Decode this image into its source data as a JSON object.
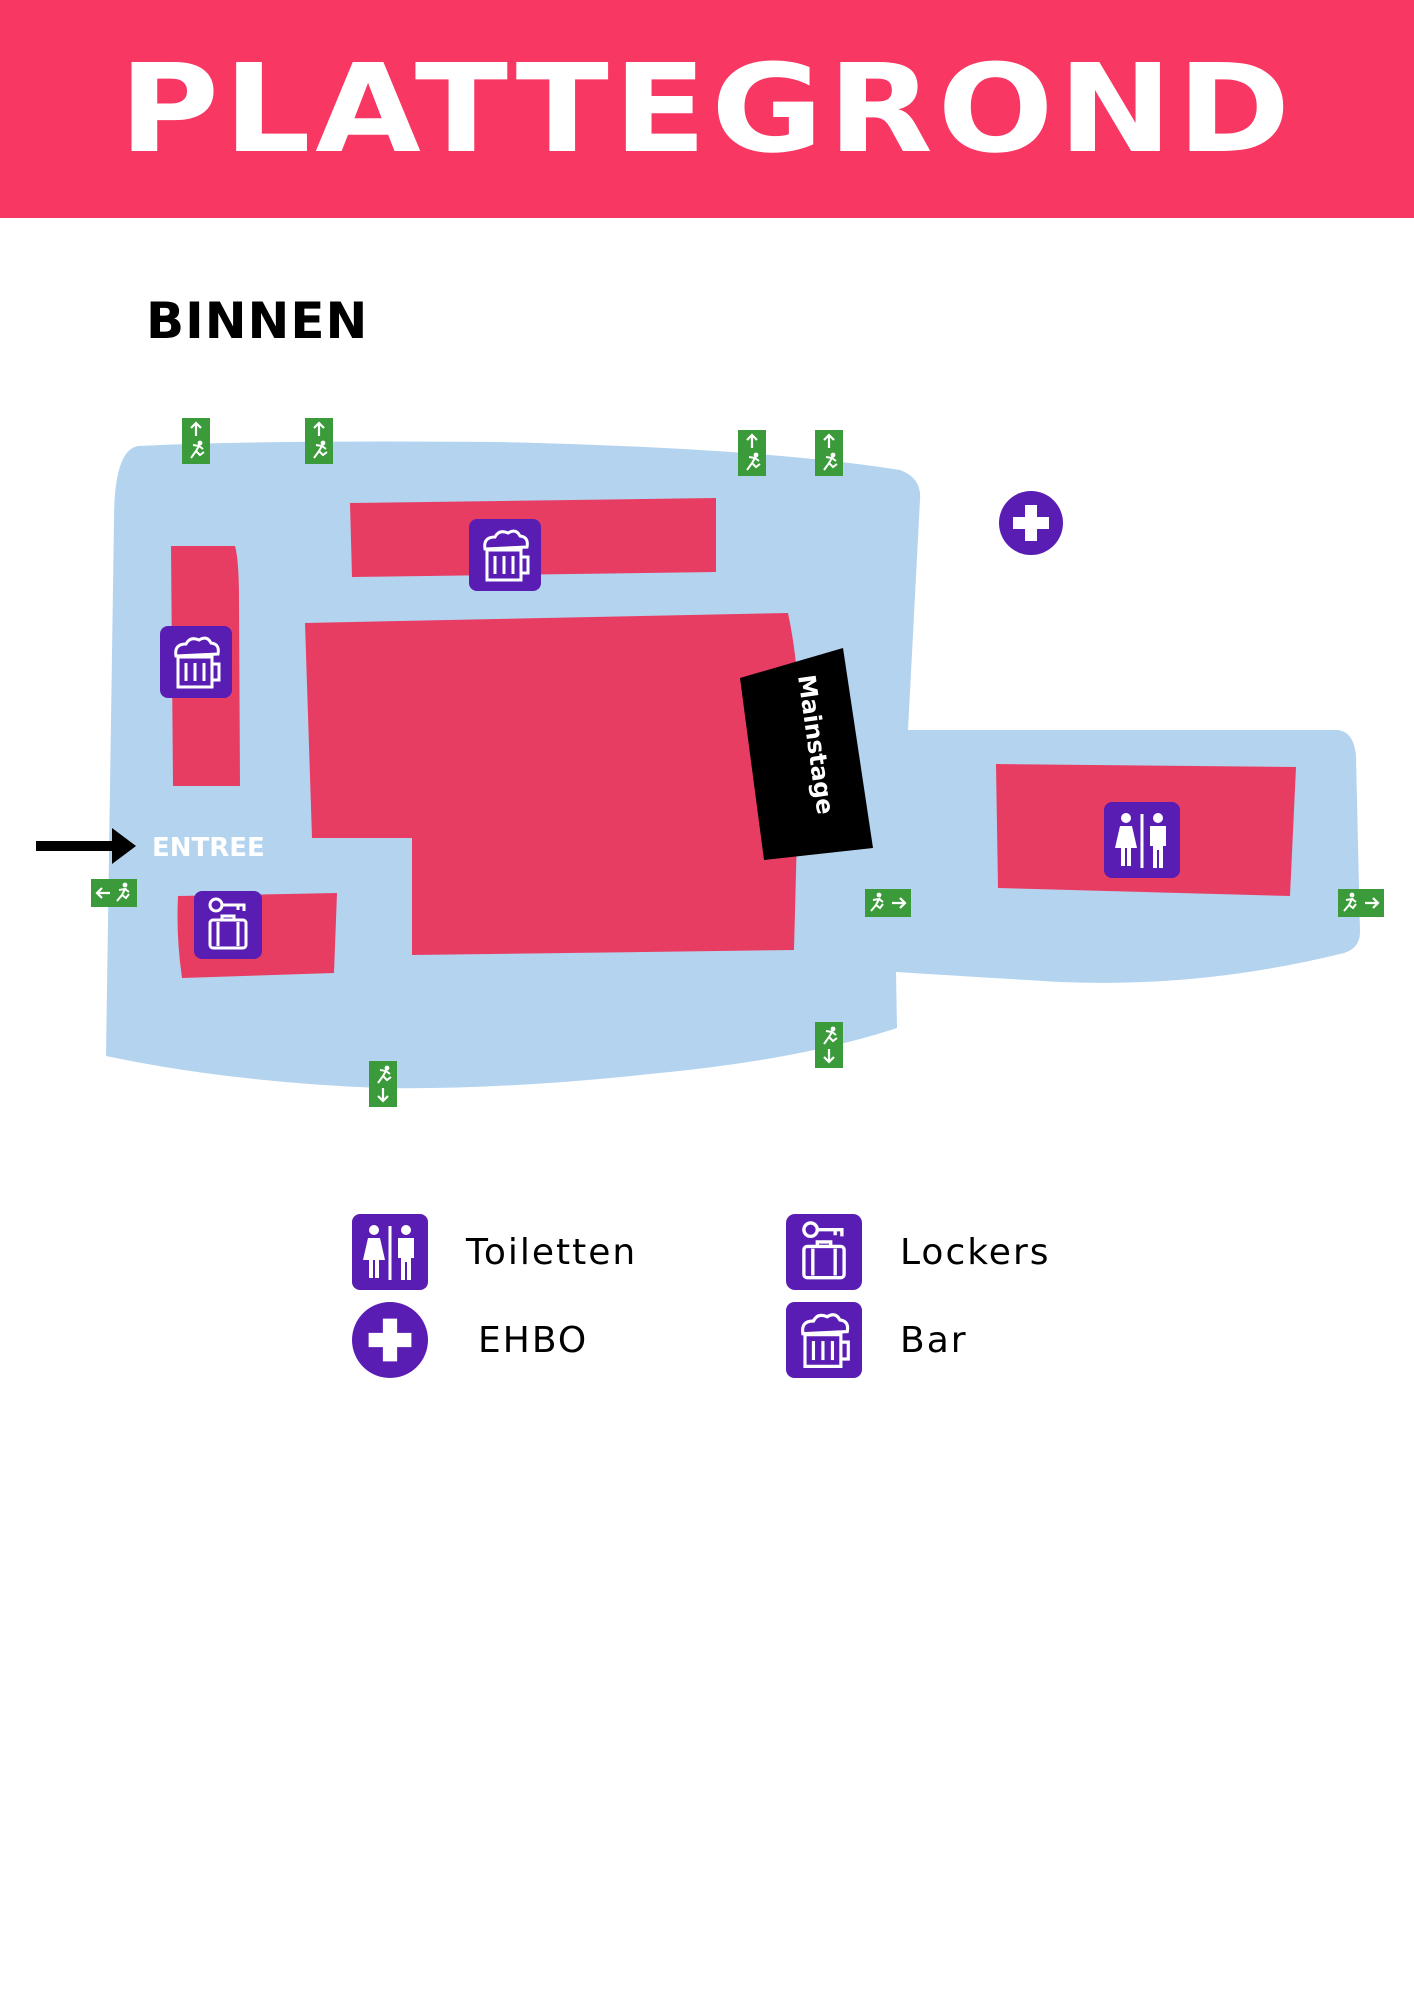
{
  "header": {
    "title": "PLATTEGROND"
  },
  "section": {
    "title": "BINNEN"
  },
  "map": {
    "entrance_label": "ENTREE",
    "stage_label": "Mainstage",
    "colors": {
      "floor": "#b4d3ef",
      "zone": "#e83d63",
      "stage": "#000000",
      "icon_bg": "#5a1db3",
      "exit_sign": "#3b9a3a",
      "header": "#f93763"
    },
    "icons": [
      "bar-icon",
      "toilet-icon",
      "locker-icon",
      "first-aid-icon",
      "emergency-exit-icon",
      "entrance-arrow-icon"
    ]
  },
  "legend": {
    "items": [
      {
        "icon": "toilet-icon",
        "label": "Toiletten"
      },
      {
        "icon": "locker-icon",
        "label": "Lockers"
      },
      {
        "icon": "first-aid-icon",
        "label": "EHBO"
      },
      {
        "icon": "bar-icon",
        "label": "Bar"
      }
    ]
  }
}
